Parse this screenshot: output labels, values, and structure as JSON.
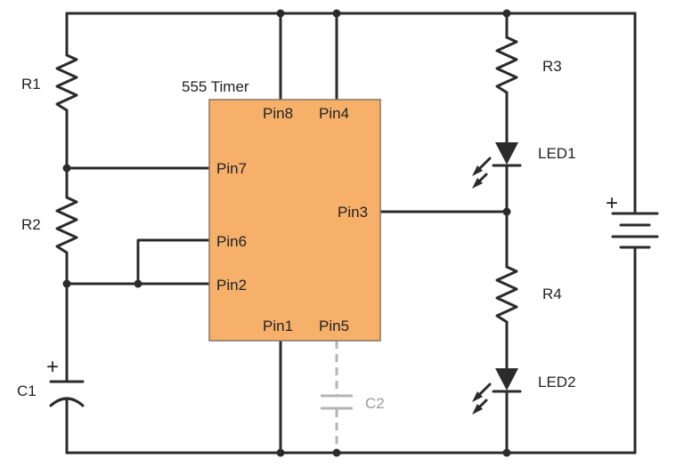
{
  "diagram": {
    "chip": {
      "title": "555 Timer",
      "fill": "#f7b06a",
      "border": "#8a7560"
    },
    "pins": {
      "pin8": "Pin8",
      "pin4": "Pin4",
      "pin7": "Pin7",
      "pin6": "Pin6",
      "pin2": "Pin2",
      "pin3": "Pin3",
      "pin1": "Pin1",
      "pin5": "Pin5"
    },
    "components": {
      "r1": "R1",
      "r2": "R2",
      "r3": "R3",
      "r4": "R4",
      "c1": "C1",
      "c2": "C2",
      "led1": "LED1",
      "led2": "LED2"
    },
    "polarity": {
      "c1_plus": "+",
      "battery_plus": "+"
    },
    "colors": {
      "wire": "#2b2b2b",
      "optional": "#b5b5b5"
    }
  }
}
